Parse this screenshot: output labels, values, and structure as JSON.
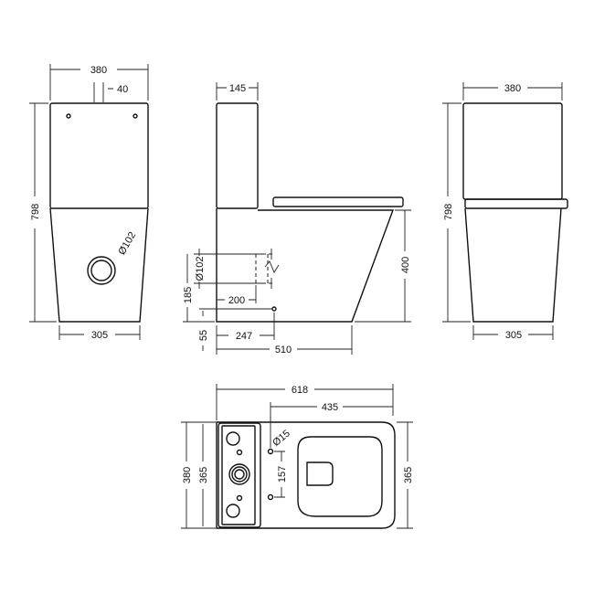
{
  "front_view": {
    "width_top": "380",
    "button_offset": "40",
    "height": "798",
    "waste_diameter": "Ø102",
    "width_base": "305"
  },
  "side_view": {
    "tank_depth": "145",
    "waste_diameter": "Ø102",
    "waste_height": "185",
    "waste_setback": "200",
    "inlet_height": "55",
    "inlet_setback": "247",
    "overall_depth": "510",
    "pan_height": "400"
  },
  "back_view": {
    "width_top": "380",
    "height": "798",
    "width_base": "305"
  },
  "plan_view": {
    "overall_depth": "618",
    "fixing_to_front": "435",
    "overall_width": "380",
    "tank_width": "365",
    "fixing_hole_diameter": "Ø15",
    "fixing_spacing": "157",
    "pan_width": "365"
  }
}
